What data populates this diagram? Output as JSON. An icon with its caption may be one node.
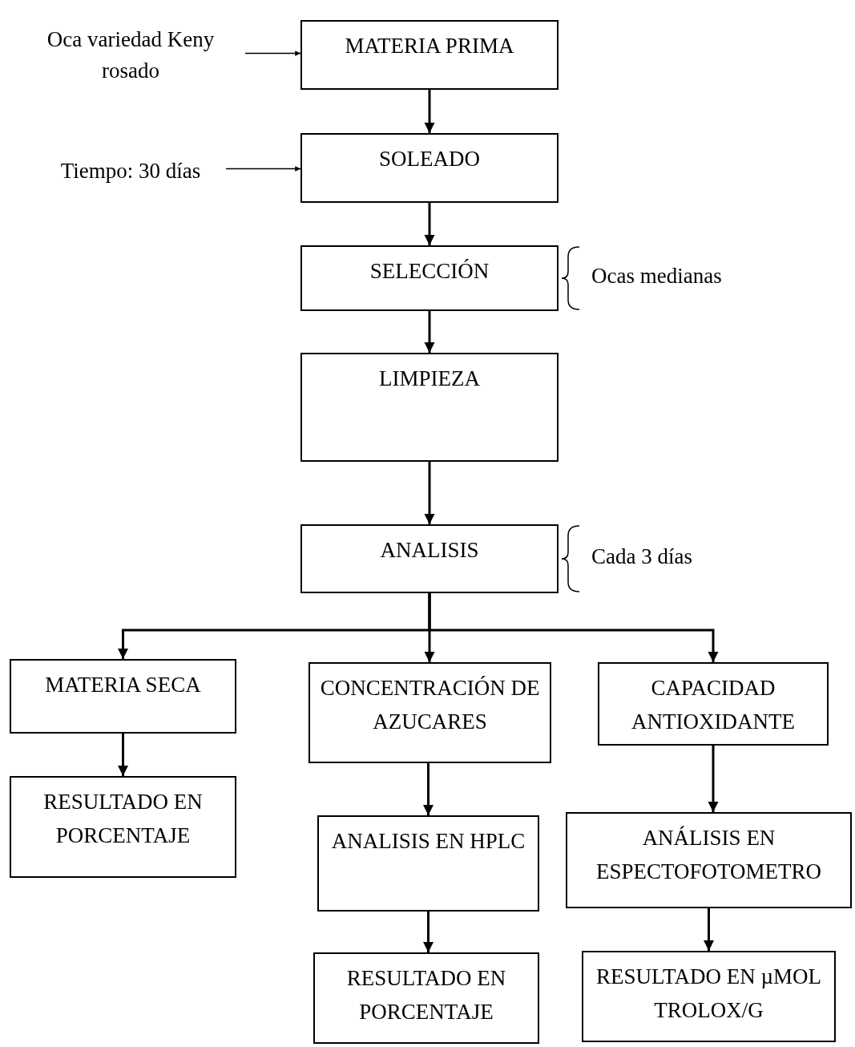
{
  "diagram": {
    "nodes": [
      {
        "text": [
          "MATERIA PRIMA"
        ]
      },
      {
        "text": [
          "SOLEADO"
        ]
      },
      {
        "text": [
          "SELECCIÓN"
        ],
        "beside": [
          "Ocas medianas"
        ]
      },
      {
        "text": [
          "LIMPIEZA"
        ]
      },
      {
        "text": [
          "ANALISIS"
        ],
        "beside": [
          "Cada 3 días"
        ]
      },
      {
        "text": [
          "MATERIA SECA"
        ]
      },
      {
        "text": [
          "CONCENTRACIÓN DE AZUCARES"
        ]
      },
      {
        "text": [
          "CAPACIDAD ANTIOXIDANTE"
        ]
      },
      {
        "text": [
          "RESULTADO EN PORCENTAJE"
        ]
      },
      {
        "text": [
          "ANALISIS EN HPLC"
        ]
      },
      {
        "text": [
          "ANÁLISIS EN ESPECTOFOTOMETRO"
        ]
      },
      {
        "text": [
          "RESULTADO EN PORCENTAJE"
        ]
      },
      {
        "text": [
          "RESULTADO EN µMOL TROLOX/G"
        ]
      },
      {
        "text": [
          "Oca variedad Keny rosado"
        ]
      },
      {
        "text": [
          "Tiempo: 30 días"
        ]
      }
    ],
    "edges": [
      {
        "from": 13,
        "to": 0,
        "arrow": "to"
      },
      {
        "from": 14,
        "to": 1,
        "arrow": "to"
      },
      {
        "from": 0,
        "to": 1,
        "arrow": "to"
      },
      {
        "from": 1,
        "to": 2,
        "arrow": "to"
      },
      {
        "from": 2,
        "to": 3,
        "arrow": "to"
      },
      {
        "from": 3,
        "to": 4,
        "arrow": "to"
      },
      {
        "from": 4,
        "to": 5,
        "arrow": "to"
      },
      {
        "from": 4,
        "to": 6,
        "arrow": "to"
      },
      {
        "from": 4,
        "to": 7,
        "arrow": "to"
      },
      {
        "from": 5,
        "to": 8,
        "arrow": "to"
      },
      {
        "from": 6,
        "to": 9,
        "arrow": "to"
      },
      {
        "from": 7,
        "to": 10,
        "arrow": "to"
      },
      {
        "from": 9,
        "to": 11,
        "arrow": "to"
      },
      {
        "from": 10,
        "to": 12,
        "arrow": "to"
      }
    ]
  }
}
